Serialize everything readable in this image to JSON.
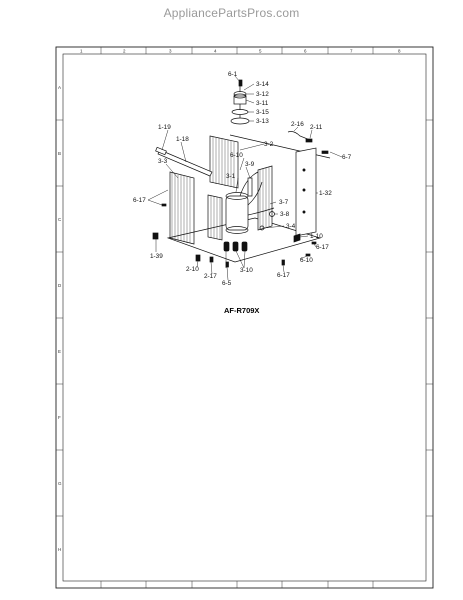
{
  "watermark": "AppliancePartsPros.com",
  "model": "AF-R709X",
  "frame": {
    "col_markers": [
      "1",
      "2",
      "3",
      "4",
      "5",
      "6",
      "7",
      "8"
    ],
    "row_markers": [
      "A",
      "B",
      "C",
      "D",
      "E",
      "F",
      "G",
      "H"
    ]
  },
  "parts": {
    "p6_1": "6-1",
    "p3_14": "3-14",
    "p3_12": "3-12",
    "p3_11": "3-11",
    "p3_15": "3-15",
    "p3_13": "3-13",
    "p1_19": "1-19",
    "p1_18": "1-18",
    "p2_16": "2-16",
    "p2_11": "2-11",
    "p3_2": "3-2",
    "p6_10a": "6-10",
    "p6_7": "6-7",
    "p3_3": "3-3",
    "p3_9": "3-9",
    "p3_1": "3-1",
    "p1_32": "1-32",
    "p6_17a": "6-17",
    "p3_7": "3-7",
    "p3_8": "3-8",
    "p3_4": "3-4",
    "p1_10": "1-10",
    "p6_17b": "6-17",
    "p1_39": "1-39",
    "p6_10b": "6-10",
    "p2_10": "2-10",
    "p2_17": "2-17",
    "p3_10": "3-10",
    "p6_5": "6-5",
    "p6_17c": "6-17"
  }
}
